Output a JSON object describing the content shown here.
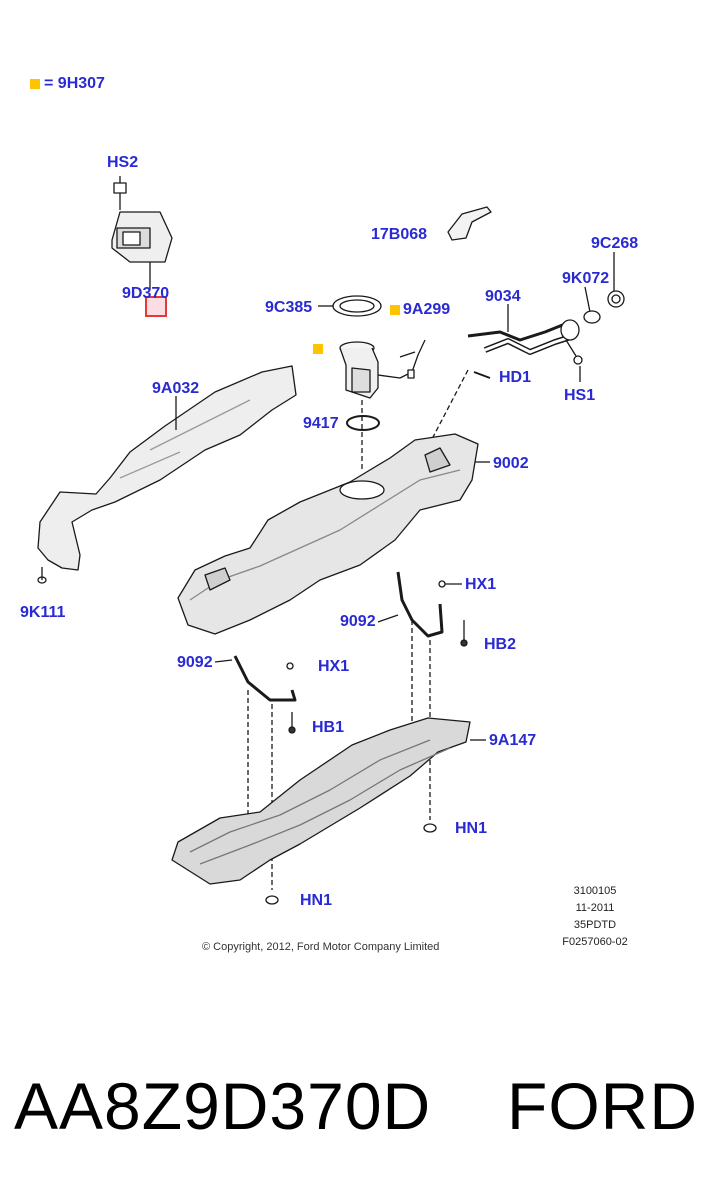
{
  "legend": {
    "color": "#ffc400",
    "text": "= 9H307"
  },
  "labels": {
    "hs2": "HS2",
    "d9d370": "9D370",
    "b17b068": "17B068",
    "c9c268": "9C268",
    "k9k072": "9K072",
    "p9034": "9034",
    "c9c385": "9C385",
    "a9a299": "9A299",
    "hd1": "HD1",
    "hs1": "HS1",
    "a9a032": "9A032",
    "p9417": "9417",
    "p9002": "9002",
    "k9k111": "9K111",
    "hx1_right": "HX1",
    "p9092_right": "9092",
    "hb2": "HB2",
    "p9092_left": "9092",
    "hx1_left": "HX1",
    "hb1": "HB1",
    "a9a147": "9A147",
    "hn1_right": "HN1",
    "hn1_bottom": "HN1"
  },
  "highlight_color": "#e23a3a",
  "copyright": "© Copyright, 2012, Ford Motor Company Limited",
  "doc_codes": [
    "3100105",
    "11-2011",
    "35PDTD",
    "F0257060-02"
  ],
  "part_number": "AA8Z9D370D",
  "brand": "FORD"
}
